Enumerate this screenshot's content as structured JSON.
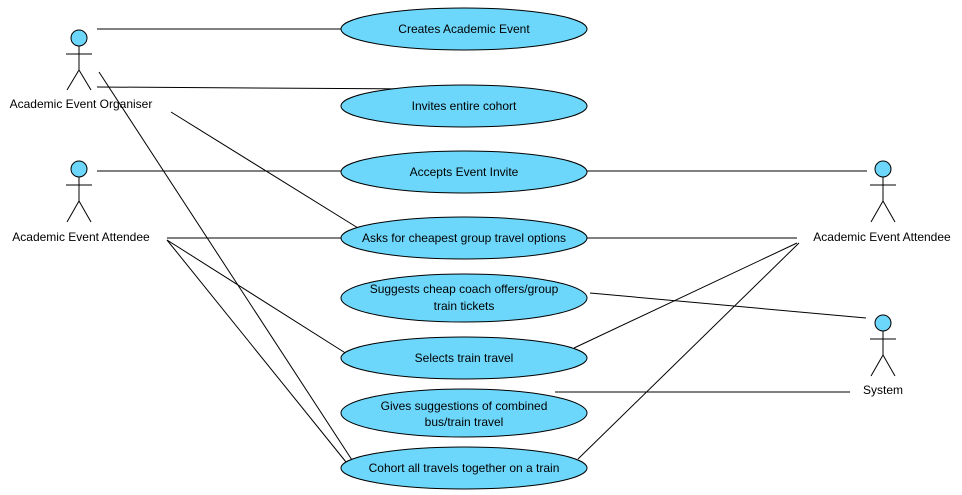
{
  "colors": {
    "use_case_fill": "#6DD7FB",
    "actor_head_fill": "#6DD7FB",
    "line": "#000000",
    "background": "#FFFFFF"
  },
  "actors": {
    "organiser": {
      "label": "Academic Event Organiser"
    },
    "attendee_left": {
      "label": "Academic Event Attendee"
    },
    "attendee_right": {
      "label": "Academic Event Attendee"
    },
    "system": {
      "label": "System"
    }
  },
  "use_cases": {
    "uc1": {
      "lines": [
        "Creates Academic Event"
      ]
    },
    "uc2": {
      "lines": [
        "Invites entire cohort"
      ]
    },
    "uc3": {
      "lines": [
        "Accepts Event Invite"
      ]
    },
    "uc4": {
      "lines": [
        "Asks for cheapest group travel options"
      ]
    },
    "uc5": {
      "lines": [
        "Suggests cheap coach offers/group",
        "train tickets"
      ]
    },
    "uc6": {
      "lines": [
        "Selects train travel"
      ]
    },
    "uc7": {
      "lines": [
        "Gives suggestions of combined",
        "bus/train travel"
      ]
    },
    "uc8": {
      "lines": [
        "Cohort all travels together on a train"
      ]
    }
  }
}
